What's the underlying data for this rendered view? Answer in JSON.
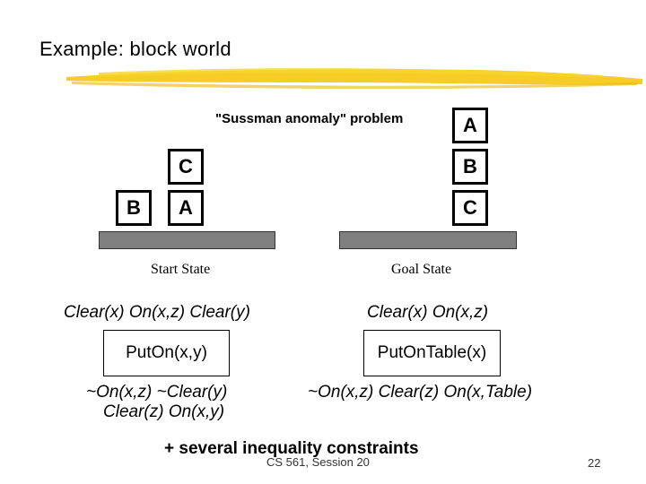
{
  "slide": {
    "title": "Example: block world",
    "problem_caption": "\"Sussman anomaly\" problem",
    "constraints_note": "+ several inequality constraints",
    "footer": "CS 561,  Session 20",
    "page_number": "22"
  },
  "start_state": {
    "label": "Start State",
    "blocks": [
      "B",
      "A",
      "C"
    ]
  },
  "goal_state": {
    "label": "Goal State",
    "blocks": [
      "A",
      "B",
      "C"
    ]
  },
  "operators": [
    {
      "name": "PutOn(x,y)",
      "preconditions": "Clear(x) On(x,z) Clear(y)",
      "effects_line1": "~On(x,z) ~Clear(y)",
      "effects_line2": "Clear(z) On(x,y)"
    },
    {
      "name": "PutOnTable(x)",
      "preconditions": "Clear(x) On(x,z)",
      "effects_line1": "~On(x,z) Clear(z) On(x,Table)"
    }
  ],
  "colors": {
    "underline": "#f5c400",
    "table": "#808080"
  }
}
